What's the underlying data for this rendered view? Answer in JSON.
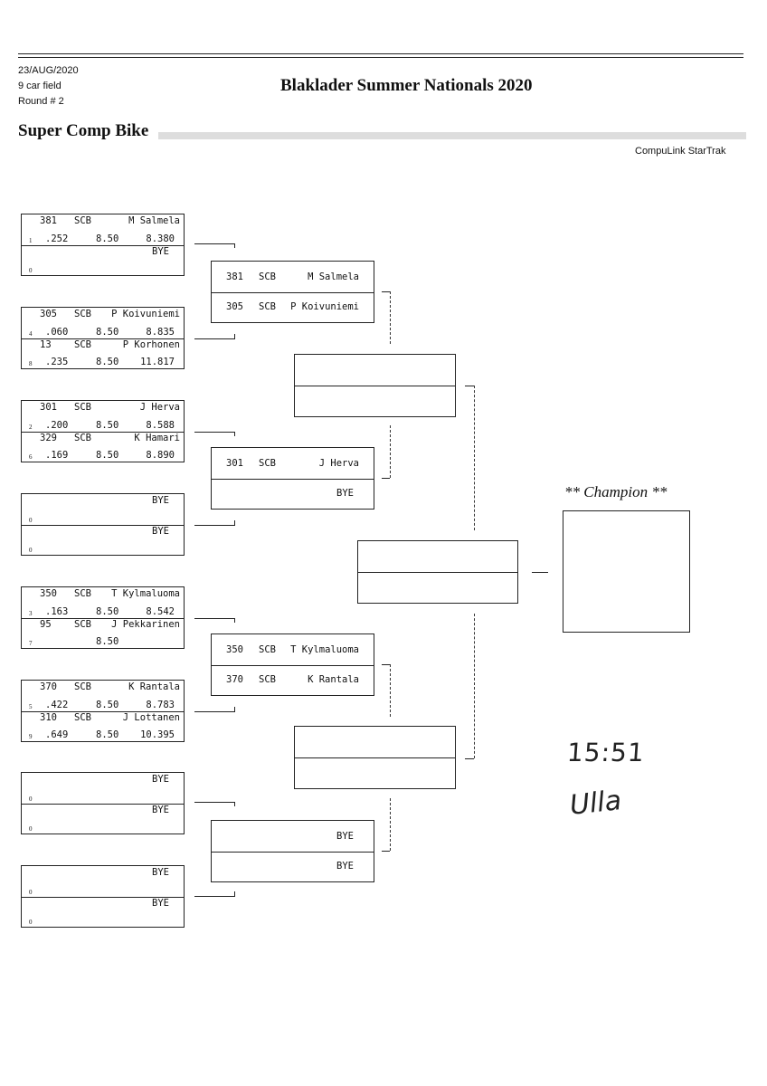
{
  "header": {
    "date": "23/AUG/2020",
    "field": "9 car field",
    "round": "Round # 2",
    "title": "Blaklader Summer Nationals 2020",
    "class_title": "Super Comp Bike",
    "vendor": "CompuLink StarTrak"
  },
  "round1": [
    {
      "top": {
        "car": "381",
        "cls": "SCB",
        "name": "M Salmela",
        "lane": "1",
        "rt": ".252",
        "dial": "8.50",
        "et": "8.380"
      },
      "bot": {
        "bye": "BYE",
        "lane": "0"
      }
    },
    {
      "top": {
        "car": "305",
        "cls": "SCB",
        "name": "P Koivuniemi",
        "lane": "4",
        "rt": ".060",
        "dial": "8.50",
        "et": "8.835"
      },
      "bot": {
        "car": "13",
        "cls": "SCB",
        "name": "P Korhonen",
        "lane": "8",
        "rt": ".235",
        "dial": "8.50",
        "et": "11.817"
      }
    },
    {
      "top": {
        "car": "301",
        "cls": "SCB",
        "name": "J Herva",
        "lane": "2",
        "rt": ".200",
        "dial": "8.50",
        "et": "8.588"
      },
      "bot": {
        "car": "329",
        "cls": "SCB",
        "name": "K Hamari",
        "lane": "6",
        "rt": ".169",
        "dial": "8.50",
        "et": "8.890"
      }
    },
    {
      "top": {
        "bye": "BYE",
        "lane": "0"
      },
      "bot": {
        "bye": "BYE",
        "lane": "0"
      }
    },
    {
      "top": {
        "car": "350",
        "cls": "SCB",
        "name": "T Kylmaluoma",
        "lane": "3",
        "rt": ".163",
        "dial": "8.50",
        "et": "8.542"
      },
      "bot": {
        "car": "95",
        "cls": "SCB",
        "name": "J Pekkarinen",
        "lane": "7",
        "rt": "",
        "dial": "8.50",
        "et": ""
      }
    },
    {
      "top": {
        "car": "370",
        "cls": "SCB",
        "name": "K Rantala",
        "lane": "5",
        "rt": ".422",
        "dial": "8.50",
        "et": "8.783"
      },
      "bot": {
        "car": "310",
        "cls": "SCB",
        "name": "J Lottanen",
        "lane": "9",
        "rt": ".649",
        "dial": "8.50",
        "et": "10.395"
      }
    },
    {
      "top": {
        "bye": "BYE",
        "lane": "0"
      },
      "bot": {
        "bye": "BYE",
        "lane": "0"
      }
    },
    {
      "top": {
        "bye": "BYE",
        "lane": "0"
      },
      "bot": {
        "bye": "BYE",
        "lane": "0"
      }
    }
  ],
  "round2": [
    {
      "top": {
        "car": "381",
        "cls": "SCB",
        "name": "M Salmela"
      },
      "bot": {
        "car": "305",
        "cls": "SCB",
        "name": "P Koivuniemi"
      }
    },
    {
      "top": {
        "car": "301",
        "cls": "SCB",
        "name": "J Herva"
      },
      "bot": {
        "bye": "BYE"
      }
    },
    {
      "top": {
        "car": "350",
        "cls": "SCB",
        "name": "T Kylmaluoma"
      },
      "bot": {
        "car": "370",
        "cls": "SCB",
        "name": "K Rantala"
      }
    },
    {
      "top": {
        "bye": "BYE"
      },
      "bot": {
        "bye": "BYE"
      }
    }
  ],
  "champion_label": "** Champion **",
  "handwritten": {
    "time": "15:51",
    "signature": "Ulla"
  }
}
